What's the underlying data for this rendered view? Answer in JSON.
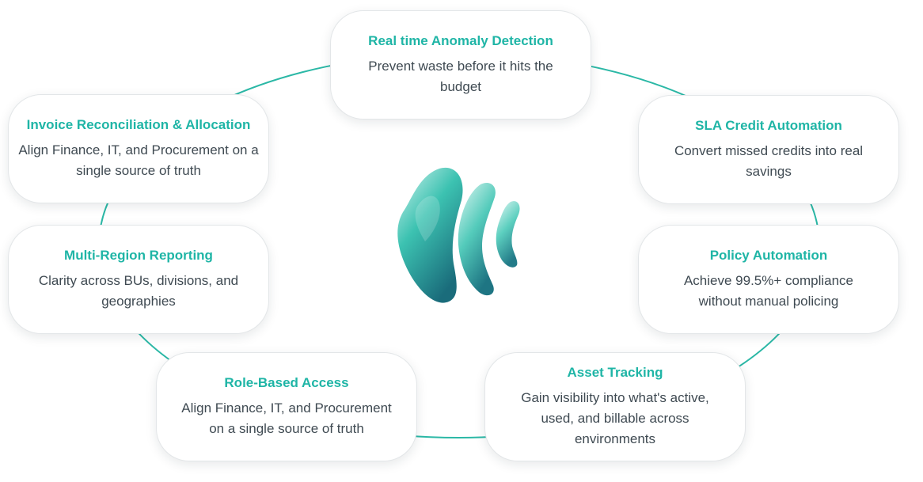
{
  "colors": {
    "accent": "#1fb5a6",
    "text": "#3f4a52",
    "ring": "#2bb8a6",
    "logo_dark": "#1d6f7e",
    "logo_light": "#c9f1ec"
  },
  "center": {
    "logo_icon": "wave-logo-icon"
  },
  "features": [
    {
      "title": "Real time Anomaly Detection",
      "description": "Prevent waste before it hits the budget"
    },
    {
      "title": "SLA Credit Automation",
      "description": "Convert missed credits into real savings"
    },
    {
      "title": "Policy Automation",
      "description": "Achieve 99.5%+ compliance without manual policing"
    },
    {
      "title": "Asset Tracking",
      "description": "Gain visibility into what's active, used, and billable across environments"
    },
    {
      "title": "Role-Based Access",
      "description": "Align Finance, IT, and Procurement on a single source of truth"
    },
    {
      "title": "Multi-Region Reporting",
      "description": "Clarity across BUs, divisions, and geographies"
    },
    {
      "title": "Invoice Reconciliation & Allocation",
      "description": "Align Finance, IT, and Procurement on a single source of truth"
    }
  ]
}
